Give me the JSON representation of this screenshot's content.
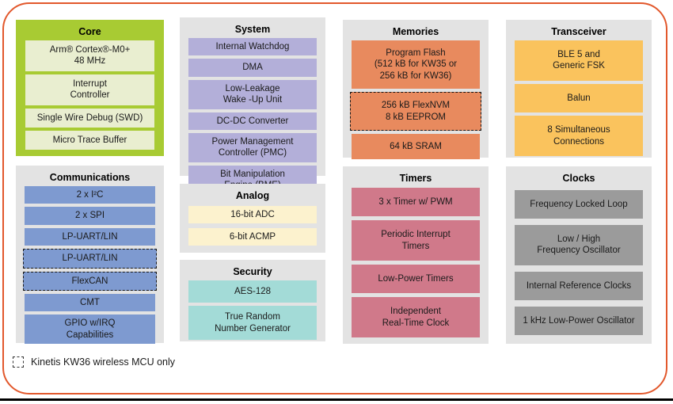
{
  "colors": {
    "frame_border": "#E2582C",
    "bottom_rule": "#000000",
    "panel_background": "#E3E3E3"
  },
  "legend": {
    "label": "Kinetis KW36 wireless MCU only"
  },
  "sections": {
    "core": {
      "title": "Core",
      "bg": "#A8CB33",
      "item_bg": "#E9EED0",
      "items": [
        {
          "label": "Arm® Cortex®-M0+\n48 MHz"
        },
        {
          "label": "Interrupt\nController"
        },
        {
          "label": "Single Wire Debug (SWD)"
        },
        {
          "label": "Micro Trace Buffer"
        }
      ]
    },
    "communications": {
      "title": "Communications",
      "bg": "#E3E3E3",
      "item_bg": "#7E9AD0",
      "items": [
        {
          "label": "2 x I²C"
        },
        {
          "label": "2 x SPI"
        },
        {
          "label": "LP-UART/LIN"
        },
        {
          "label": "LP-UART/LIN",
          "kw36_only": true
        },
        {
          "label": "FlexCAN",
          "kw36_only": true
        },
        {
          "label": "CMT"
        },
        {
          "label": "GPIO w/IRQ\nCapabilities"
        }
      ]
    },
    "system": {
      "title": "System",
      "bg": "#E3E3E3",
      "item_bg": "#B3AFD9",
      "items": [
        {
          "label": "Internal Watchdog"
        },
        {
          "label": "DMA"
        },
        {
          "label": "Low-Leakage\nWake -Up Unit"
        },
        {
          "label": "DC-DC Converter"
        },
        {
          "label": "Power Management\nController (PMC)"
        },
        {
          "label": "Bit Manipulation\nEngine (BME)"
        }
      ]
    },
    "analog": {
      "title": "Analog",
      "bg": "#E3E3E3",
      "item_bg": "#FCF2CE",
      "items": [
        {
          "label": "16-bit ADC"
        },
        {
          "label": "6-bit ACMP"
        }
      ]
    },
    "security": {
      "title": "Security",
      "bg": "#E3E3E3",
      "item_bg": "#A3DBD7",
      "items": [
        {
          "label": "AES-128"
        },
        {
          "label": "True Random\nNumber Generator"
        }
      ]
    },
    "memories": {
      "title": "Memories",
      "bg": "#E3E3E3",
      "item_bg": "#E88A5E",
      "items": [
        {
          "label": "Program Flash\n(512 kB for KW35 or\n256 kB for KW36)"
        },
        {
          "label": "256 kB FlexNVM\n8 kB EEPROM",
          "kw36_only": true
        },
        {
          "label": "64 kB SRAM"
        }
      ]
    },
    "timers": {
      "title": "Timers",
      "bg": "#E3E3E3",
      "item_bg": "#D0798A",
      "items": [
        {
          "label": "3 x Timer w/ PWM"
        },
        {
          "label": "Periodic Interrupt\nTimers"
        },
        {
          "label": "Low-Power Timers"
        },
        {
          "label": "Independent\nReal-Time Clock"
        }
      ]
    },
    "transceiver": {
      "title": "Transceiver",
      "bg": "#E3E3E3",
      "item_bg": "#FAC35D",
      "items": [
        {
          "label": "BLE 5 and\nGeneric FSK"
        },
        {
          "label": "Balun"
        },
        {
          "label": "8 Simultaneous\nConnections"
        }
      ]
    },
    "clocks": {
      "title": "Clocks",
      "bg": "#E3E3E3",
      "item_bg": "#9B9B9B",
      "items": [
        {
          "label": "Frequency Locked Loop"
        },
        {
          "label": "Low / High\nFrequency Oscillator"
        },
        {
          "label": "Internal Reference Clocks"
        },
        {
          "label": "1 kHz Low-Power Oscillator"
        }
      ]
    }
  }
}
